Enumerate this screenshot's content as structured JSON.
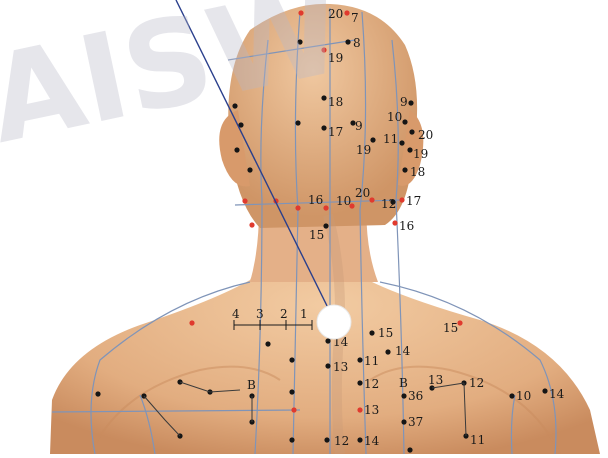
{
  "watermark": {
    "text": "AISW"
  },
  "colors": {
    "skin": "#e9b98f",
    "skin_shadow": "#c98b5e",
    "meridian": "#7f94b8",
    "point_black": "#151515",
    "point_red": "#e03a2e",
    "pointer_line": "#2a3f8c",
    "pointer_dot": "#ffffff"
  },
  "scale": {
    "labels": [
      "4",
      "3",
      "2",
      "1"
    ]
  },
  "point_labels": {
    "head_top": [
      "20",
      "7",
      "8",
      "19"
    ],
    "crown": [
      "18",
      "9",
      "17",
      "19",
      "11"
    ],
    "right_head": [
      "9",
      "10",
      "20",
      "19",
      "18"
    ],
    "occiput": [
      "16",
      "10",
      "20",
      "12",
      "17",
      "16",
      "15"
    ],
    "shoulder": [
      "15",
      "15",
      "14",
      "14",
      "13",
      "11",
      "12",
      "13"
    ],
    "back_left": [
      "B"
    ],
    "back_right": [
      "B",
      "36",
      "37",
      "13",
      "12",
      "10",
      "14",
      "11",
      "12",
      "14"
    ]
  }
}
